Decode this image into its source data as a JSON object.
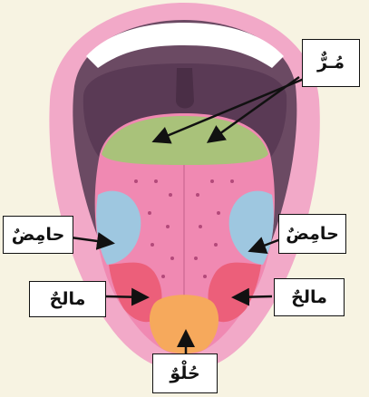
{
  "labels": {
    "bitter": "مُـرٌّ",
    "sour_left": "حامِضٌ",
    "sour_right": "حامِضٌ",
    "salty_left": "مالحٌ",
    "salty_right": "مالحٌ",
    "sweet": "حُلْوٌ"
  },
  "colors": {
    "background": "#f7f3e2",
    "lips": "#f2a9c8",
    "mouth_cavity": "#6b4a63",
    "palate": "#5a3a55",
    "teeth": "#ffffff",
    "tongue": "#f089b2",
    "bitter_zone": "#a9c27a",
    "sour_zone": "#9ec7e0",
    "salty_zone": "#ec5f7a",
    "sweet_zone": "#f6a95c",
    "arrow": "#111111"
  }
}
